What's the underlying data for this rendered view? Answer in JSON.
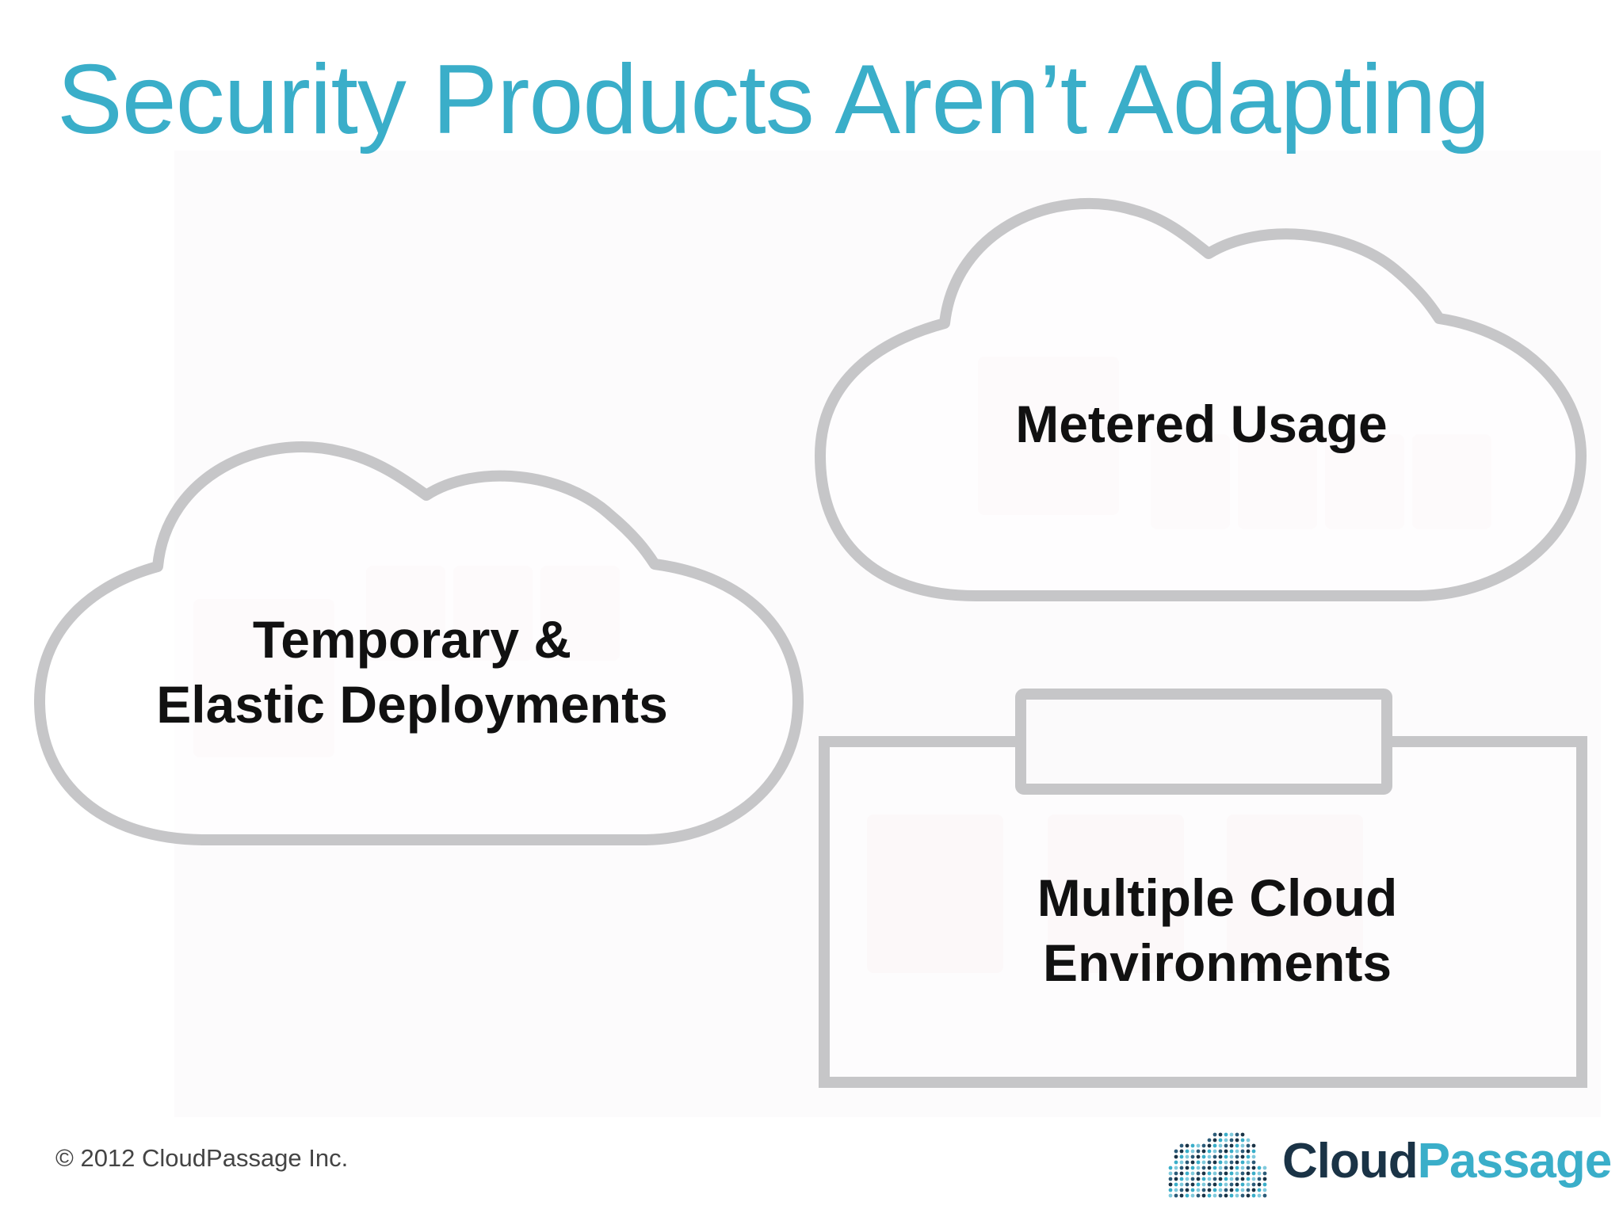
{
  "slide": {
    "title": "Security Products Aren’t Adapting",
    "clouds": {
      "left": {
        "line1": "Temporary &",
        "line2": "Elastic Deployments"
      },
      "right": {
        "label": "Metered Usage"
      }
    },
    "box": {
      "line1": "Multiple Cloud",
      "line2": "Environments"
    },
    "footer": {
      "copyright": "© 2012 CloudPassage Inc."
    },
    "logo": {
      "part1": "Cloud",
      "part2": "Passage"
    }
  },
  "colors": {
    "title": "#3aaec9",
    "outline": "#c6c6c8",
    "label": "#111111",
    "logo_dark": "#1a3346",
    "logo_accent": "#3aaec9"
  }
}
